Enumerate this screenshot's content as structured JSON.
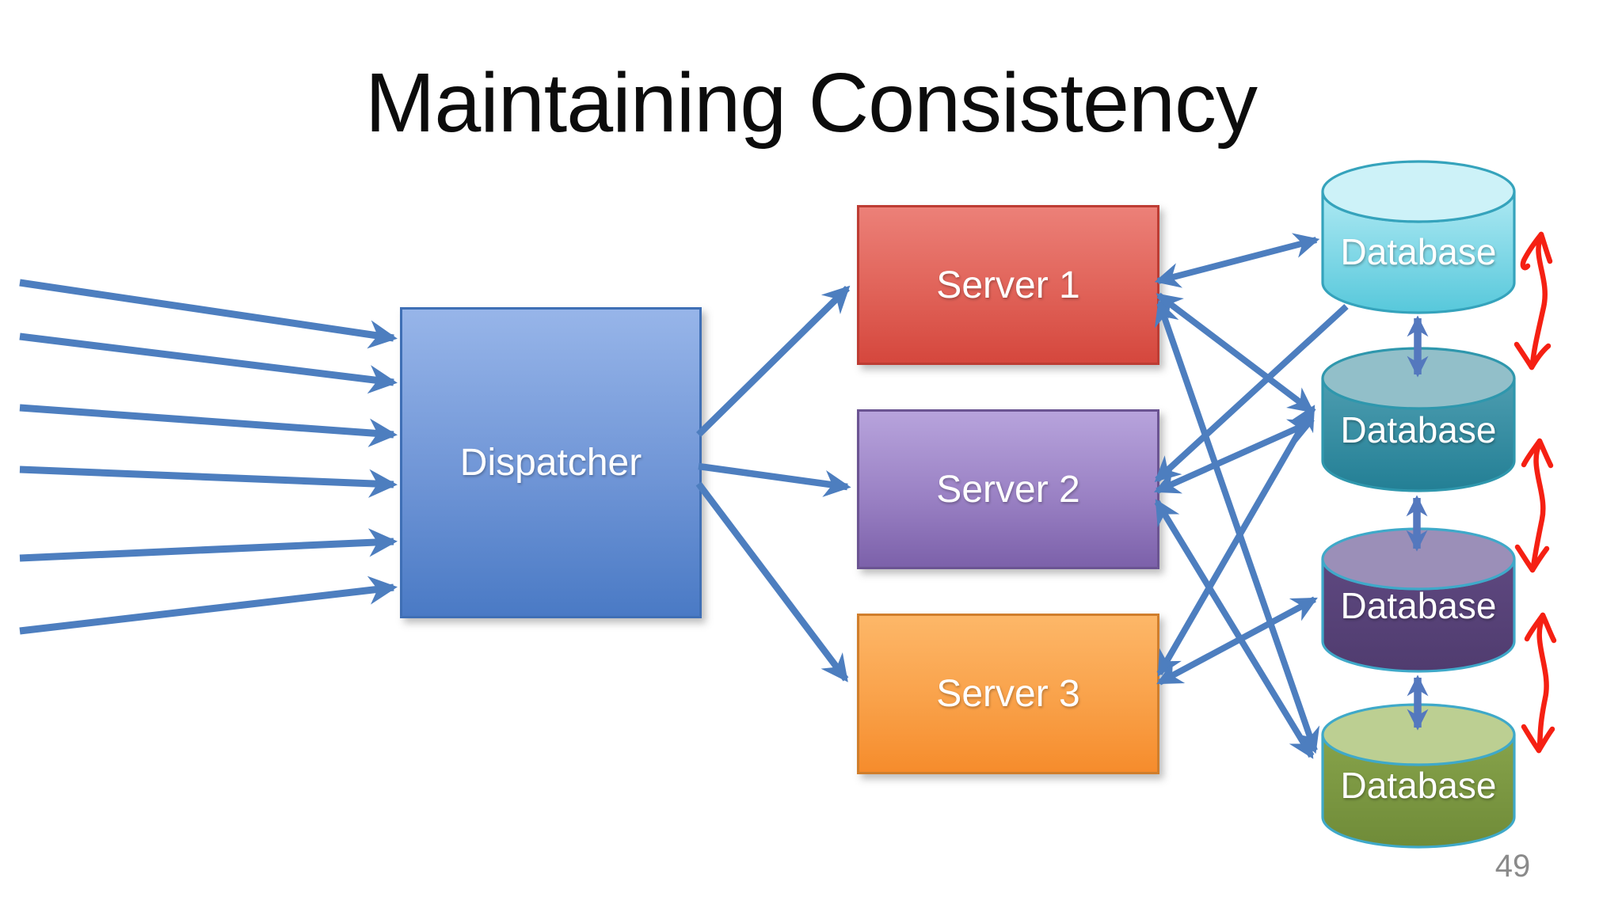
{
  "slide": {
    "title": "Maintaining Consistency",
    "page_number": "49",
    "background_color": "#ffffff"
  },
  "dispatcher": {
    "label": "Dispatcher",
    "fill_top": "#97b5e9",
    "fill_bottom": "#4a7ac5",
    "border_color": "#3f6fb5"
  },
  "servers": [
    {
      "label": "Server 1",
      "fill_top": "#ec8078",
      "fill_bottom": "#d5473d",
      "border_color": "#bd3c33"
    },
    {
      "label": "Server 2",
      "fill_top": "#b7a3dc",
      "fill_bottom": "#7c61aa",
      "border_color": "#6b5492"
    },
    {
      "label": "Server 3",
      "fill_top": "#fdb768",
      "fill_bottom": "#f68c2c",
      "border_color": "#d07e2c"
    }
  ],
  "databases": [
    {
      "label": "Database",
      "body_top": "#aee9f3",
      "body_bottom": "#57c8db",
      "lid": "#cdf2f8",
      "outline": "#35a3bc"
    },
    {
      "label": "Database",
      "body_top": "#4d9db0",
      "body_bottom": "#237f95",
      "lid": "#92bfc9",
      "outline": "#2f97ad"
    },
    {
      "label": "Database",
      "body_top": "#5e4880",
      "body_bottom": "#503c6f",
      "lid": "#9b8fb8",
      "outline": "#3fa9c9"
    },
    {
      "label": "Database",
      "body_top": "#87a34b",
      "body_bottom": "#6f8b38",
      "lid": "#bccf92",
      "outline": "#3fa9c9"
    }
  ],
  "edges": {
    "client_request_arrow_count": 6,
    "arrow_color": "#4d7ebf",
    "sync_arrow_color": "#5478be",
    "red_arrow_color": "#f52013",
    "dispatcher_to_servers": [
      "Server 1",
      "Server 2",
      "Server 3"
    ],
    "server_database_links": [
      "Server 1 - Database 1",
      "Server 1 - Database 2",
      "Server 1 - Database 4",
      "Server 2 - Database 1",
      "Server 2 - Database 2",
      "Server 2 - Database 4",
      "Server 3 - Database 2",
      "Server 3 - Database 3"
    ],
    "database_sync_arrows": [
      "Database 1 - Database 2",
      "Database 2 - Database 3",
      "Database 3 - Database 4"
    ],
    "red_consistency_arrows": [
      "Database 1 - Database 2",
      "Database 2 - Database 3",
      "Database 3 - Database 4"
    ]
  }
}
